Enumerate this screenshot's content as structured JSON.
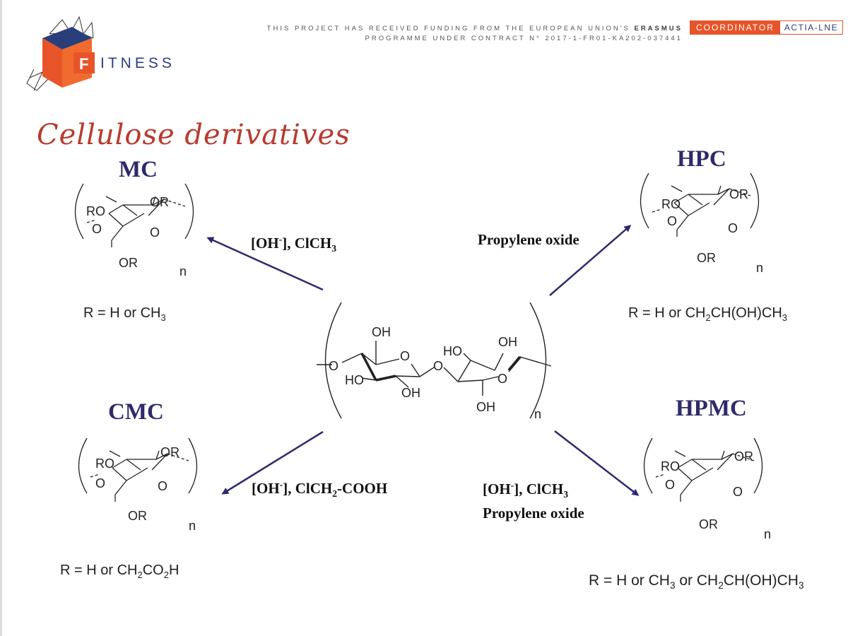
{
  "header": {
    "funding_line1": "THIS PROJECT HAS RECEIVED FUNDING FROM THE EUROPEAN UNION'S",
    "funding_line1_bold": "ERASMUS",
    "funding_line2": "PROGRAMME UNDER CONTRACT N° 2017-1-FR01-KA202-037441",
    "coordinator_label": "COORDINATOR",
    "coordinator_value": "ACTIA-LNE",
    "logo_letter": "F",
    "logo_text": "ITNESS",
    "colors": {
      "accent": "#e8542a",
      "navy": "#2a3f7a",
      "title": "#b83a2e",
      "arrow": "#2e2a6b"
    }
  },
  "slide": {
    "title": "Cellulose derivatives"
  },
  "compounds": {
    "mc": {
      "name": "MC",
      "r_prefix": "R = H  or  CH",
      "r_sub": "3",
      "r_suffix": ""
    },
    "hpc": {
      "name": "HPC",
      "r_prefix": "R = H  or  CH",
      "r_sub": "2",
      "r_suffix": "CH(OH)CH",
      "r_sub2": "3"
    },
    "cmc": {
      "name": "CMC",
      "r_prefix": "R = H  or  CH",
      "r_sub": "2",
      "r_suffix": "CO",
      "r_sub2": "2",
      "r_tail": "H"
    },
    "hpmc": {
      "name": "HPMC",
      "r_prefix": "R = H  or  CH",
      "r_sub": "3",
      "r_mid": "  or  CH",
      "r_sub2": "2",
      "r_suffix": "CH(OH)CH",
      "r_sub3": "3"
    }
  },
  "reagents": {
    "mc": {
      "a": "[OH",
      "sup": "-",
      "b": "], ClCH",
      "sub": "3"
    },
    "hpc": {
      "text": "Propylene oxide"
    },
    "cmc": {
      "a": "[OH",
      "sup": "-",
      "b": "], ClCH",
      "sub": "2",
      "c": "-COOH"
    },
    "hpmc": {
      "a": "[OH",
      "sup": "-",
      "b": "], ClCH",
      "sub": "3",
      "line2": "Propylene oxide"
    }
  },
  "structure_labels": {
    "ro": "RO",
    "or": "OR",
    "o": "O",
    "n": "n",
    "oh": "OH",
    "ho": "HO"
  }
}
